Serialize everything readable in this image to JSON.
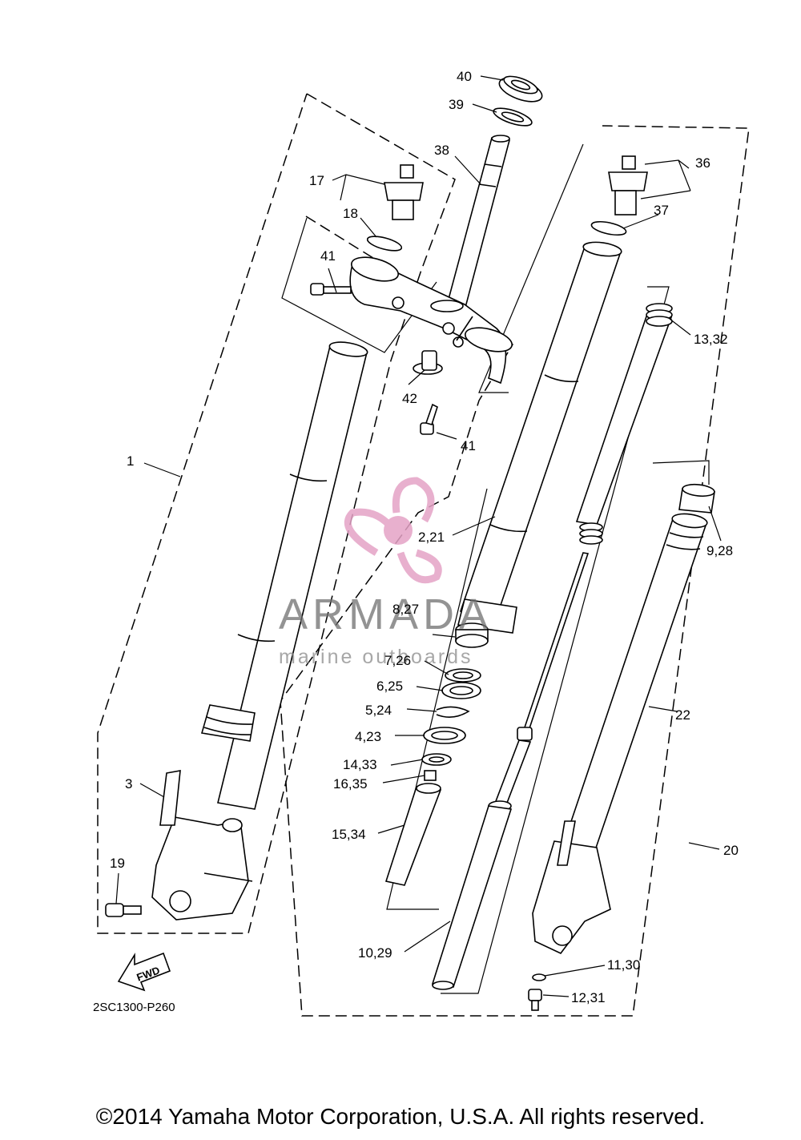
{
  "diagram": {
    "code": "2SC1300-P260",
    "fwd_label": "FWD",
    "callouts": [
      "40",
      "39",
      "38",
      "17",
      "18",
      "36",
      "37",
      "41",
      "13,32",
      "42",
      "41",
      "1",
      "2,21",
      "9,28",
      "8,27",
      "7,26",
      "6,25",
      "5,24",
      "22",
      "4,23",
      "14,33",
      "3",
      "16,35",
      "15,34",
      "20",
      "19",
      "10,29",
      "11,30",
      "12,31"
    ]
  },
  "watermark": {
    "brand": "ARMADA",
    "tagline": "marine outboards",
    "accent_color": "#e5a3c6"
  },
  "footer": {
    "copyright": "©2014 Yamaha Motor Corporation, U.S.A. All rights reserved."
  }
}
